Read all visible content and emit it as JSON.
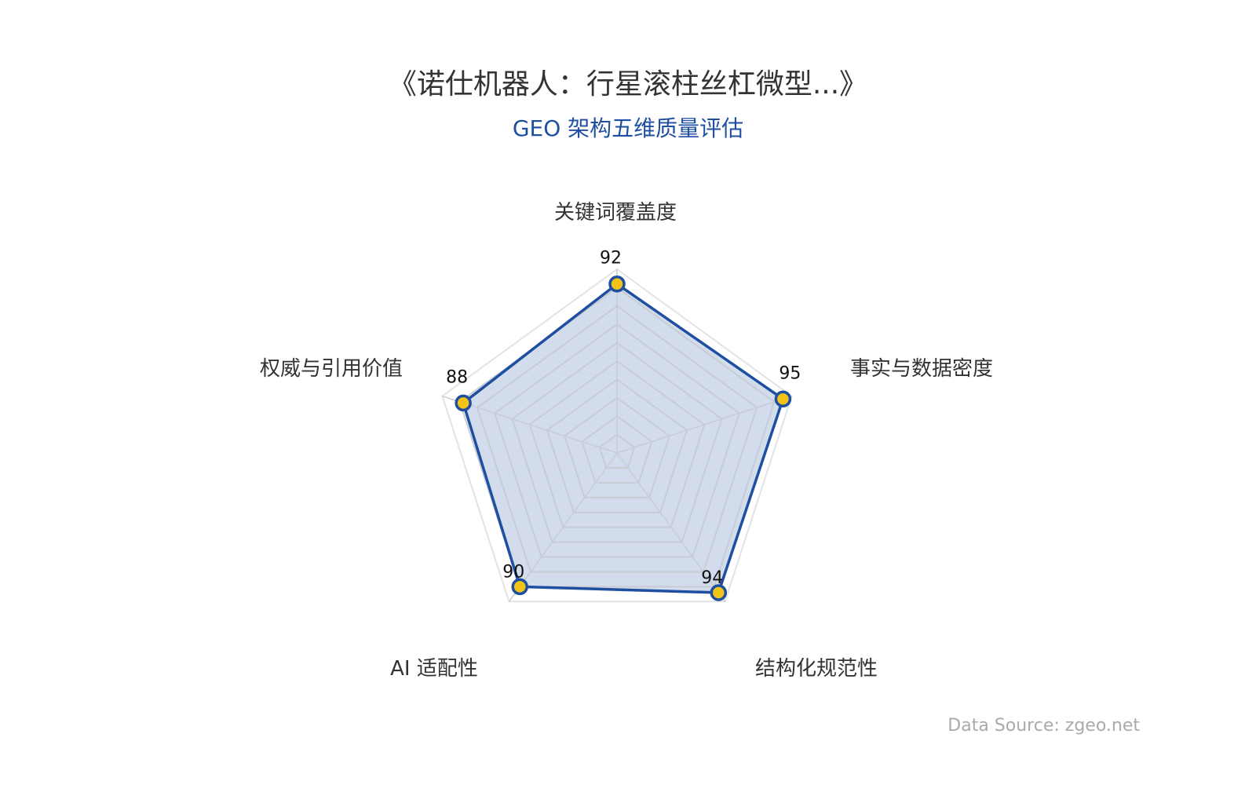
{
  "header": {
    "title": "《诺仕机器人：行星滚柱丝杠微型...》",
    "subtitle": "GEO 架构五维质量评估"
  },
  "footer": {
    "source": "Data Source: zgeo.net"
  },
  "colors": {
    "line": "#1f4fa0",
    "fill": "rgba(31,79,160,0.2)",
    "point": "#f2c318",
    "grid": "#c8ccd4",
    "outer_grid": "#e3e3e3",
    "subtitle": "#1f4fa0"
  },
  "chart_data": {
    "type": "radar",
    "title": "《诺仕机器人：行星滚柱丝杠微型...》",
    "subtitle": "GEO 架构五维质量评估",
    "indicators": [
      {
        "name": "关键词覆盖度",
        "max": 100
      },
      {
        "name": "事实与数据密度",
        "max": 100
      },
      {
        "name": "结构化规范性",
        "max": 100
      },
      {
        "name": "AI 适配性",
        "max": 100
      },
      {
        "name": "权威与引用价值",
        "max": 100
      }
    ],
    "categories": [
      "关键词覆盖度",
      "事实与数据密度",
      "结构化规范性",
      "AI 适配性",
      "权威与引用价值"
    ],
    "values": [
      92,
      95,
      94,
      90,
      88
    ],
    "split_number": 10,
    "legend": "none",
    "annotation": "Data Source: zgeo.net"
  }
}
